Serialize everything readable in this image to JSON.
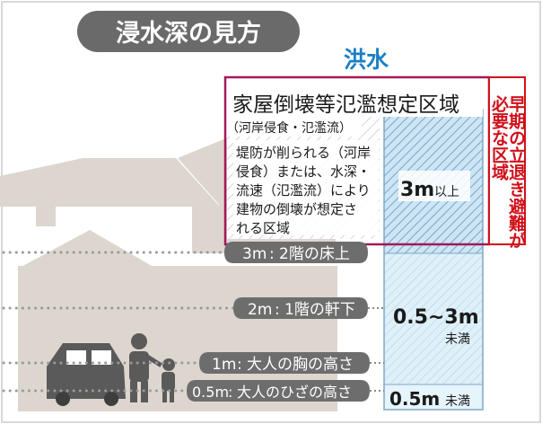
{
  "title": "浸水深の見方",
  "category": "洪水",
  "zone": {
    "title": "家屋倒壊等氾濫想定区域",
    "subtitle": "（河岸侵食・氾濫流）",
    "description_lines": [
      "堤防が削られる（河岸",
      "侵食）または、水深・",
      "流速（氾濫流）により",
      "建物の倒壊が想定さ",
      "れる区域"
    ],
    "evacuation_lines": [
      "早期の立退き避難が",
      "必要な区域"
    ]
  },
  "depth_markers": [
    {
      "depth": "3m",
      "label": "2階の床上"
    },
    {
      "depth": "2m",
      "label": "1階の軒下"
    },
    {
      "depth": "1m",
      "label": "大人の胸の高さ"
    },
    {
      "depth": "0.5m",
      "label": "大人のひざの高さ"
    }
  ],
  "depth_bands": [
    {
      "value": "3m",
      "qualifier": "以上"
    },
    {
      "value": "0.5~3m",
      "qualifier": "未満"
    },
    {
      "value": "0.5m",
      "qualifier": "未満"
    }
  ],
  "colors": {
    "title_pill": "#6a6a6a",
    "category_text": "#1a7fc4",
    "zone_border": "#a3195b",
    "evac_border": "#d0101a",
    "band_top_fill": "#cfe5f3",
    "band_mid_fill": "#dff0f8",
    "band_bottom_fill": "#e6f4fb",
    "hatch": "#6fa9d2",
    "house": "#ddd6cf",
    "label_pill": "#6d6d6d"
  }
}
